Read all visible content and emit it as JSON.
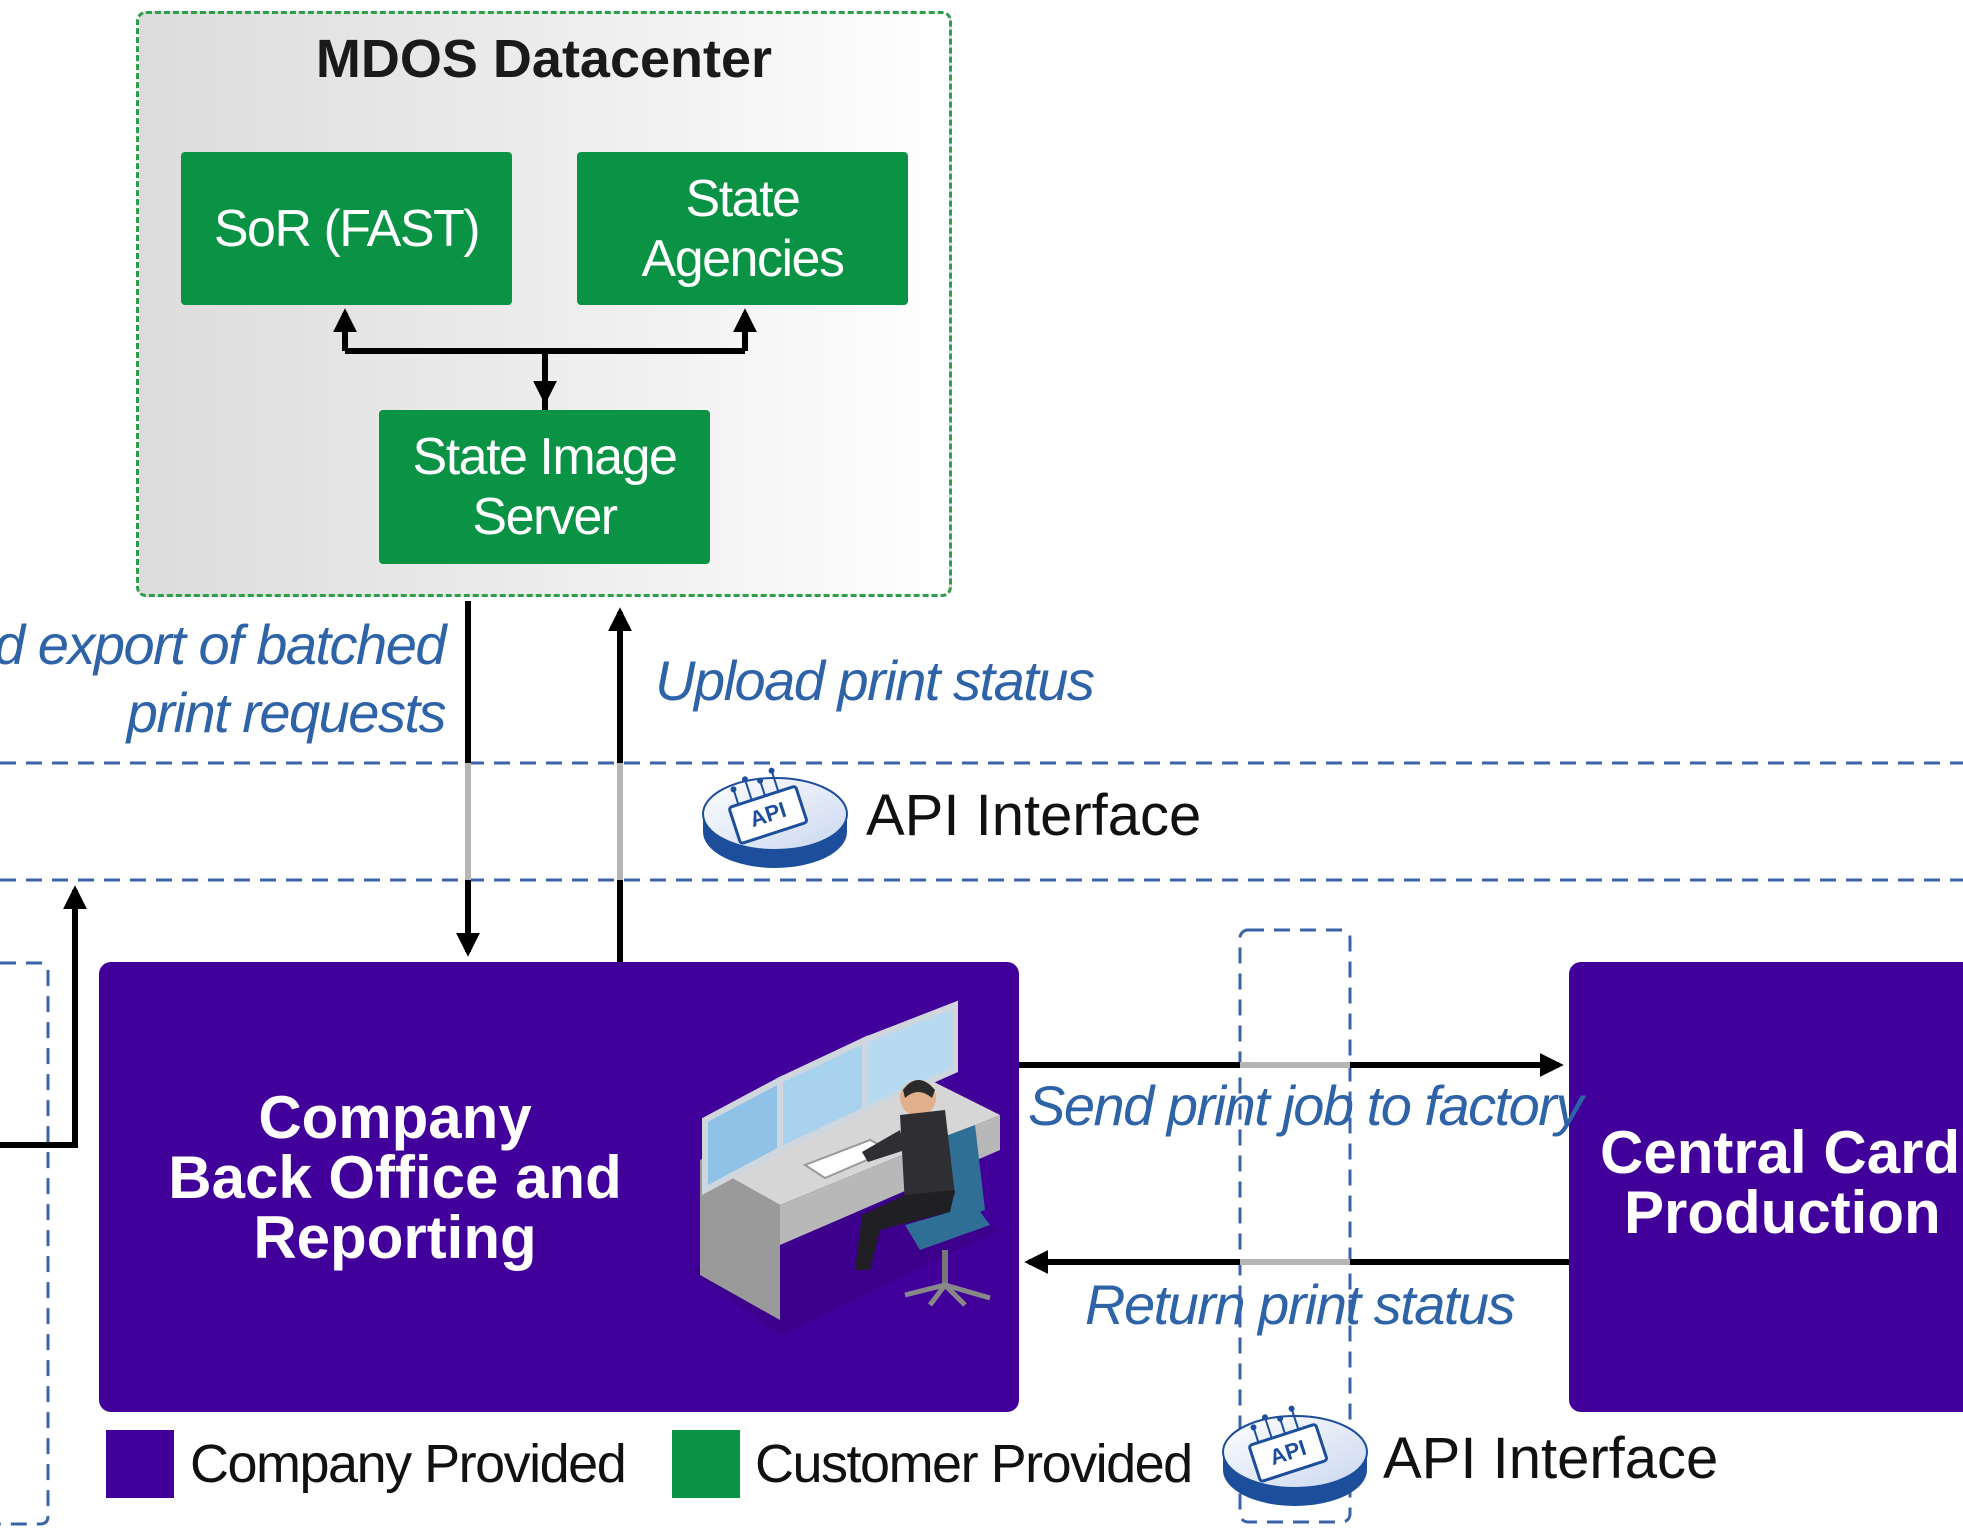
{
  "datacenter": {
    "title": "MDOS Datacenter",
    "boxes": {
      "sor": [
        "SoR (FAST)"
      ],
      "agencies": [
        "State",
        "Agencies"
      ],
      "image_server": [
        "State Image",
        "Server"
      ]
    }
  },
  "flows": {
    "export_line1": "d export of batched",
    "export_line2": "print requests",
    "upload_status": "Upload print status",
    "send_print_job": "Send print job to factory",
    "return_status": "Return print status"
  },
  "api": {
    "top_label": "API Interface",
    "bottom_label": "API Interface",
    "badge_text": "API"
  },
  "back_office": {
    "lines": [
      "Company",
      "Back Office and",
      "Reporting"
    ]
  },
  "central": {
    "lines": [
      "Central Card",
      "Production"
    ]
  },
  "legend": {
    "company": "Company Provided",
    "customer": "Customer Provided"
  },
  "colors": {
    "company": "#42009a",
    "customer": "#0a9345",
    "flow_text": "#2e63a7",
    "dashed_line": "#3b63a8",
    "datacenter_border": "#2f9e4a"
  },
  "icons": {
    "api": "api-chip-icon",
    "operator": "operator-workstation-icon"
  }
}
